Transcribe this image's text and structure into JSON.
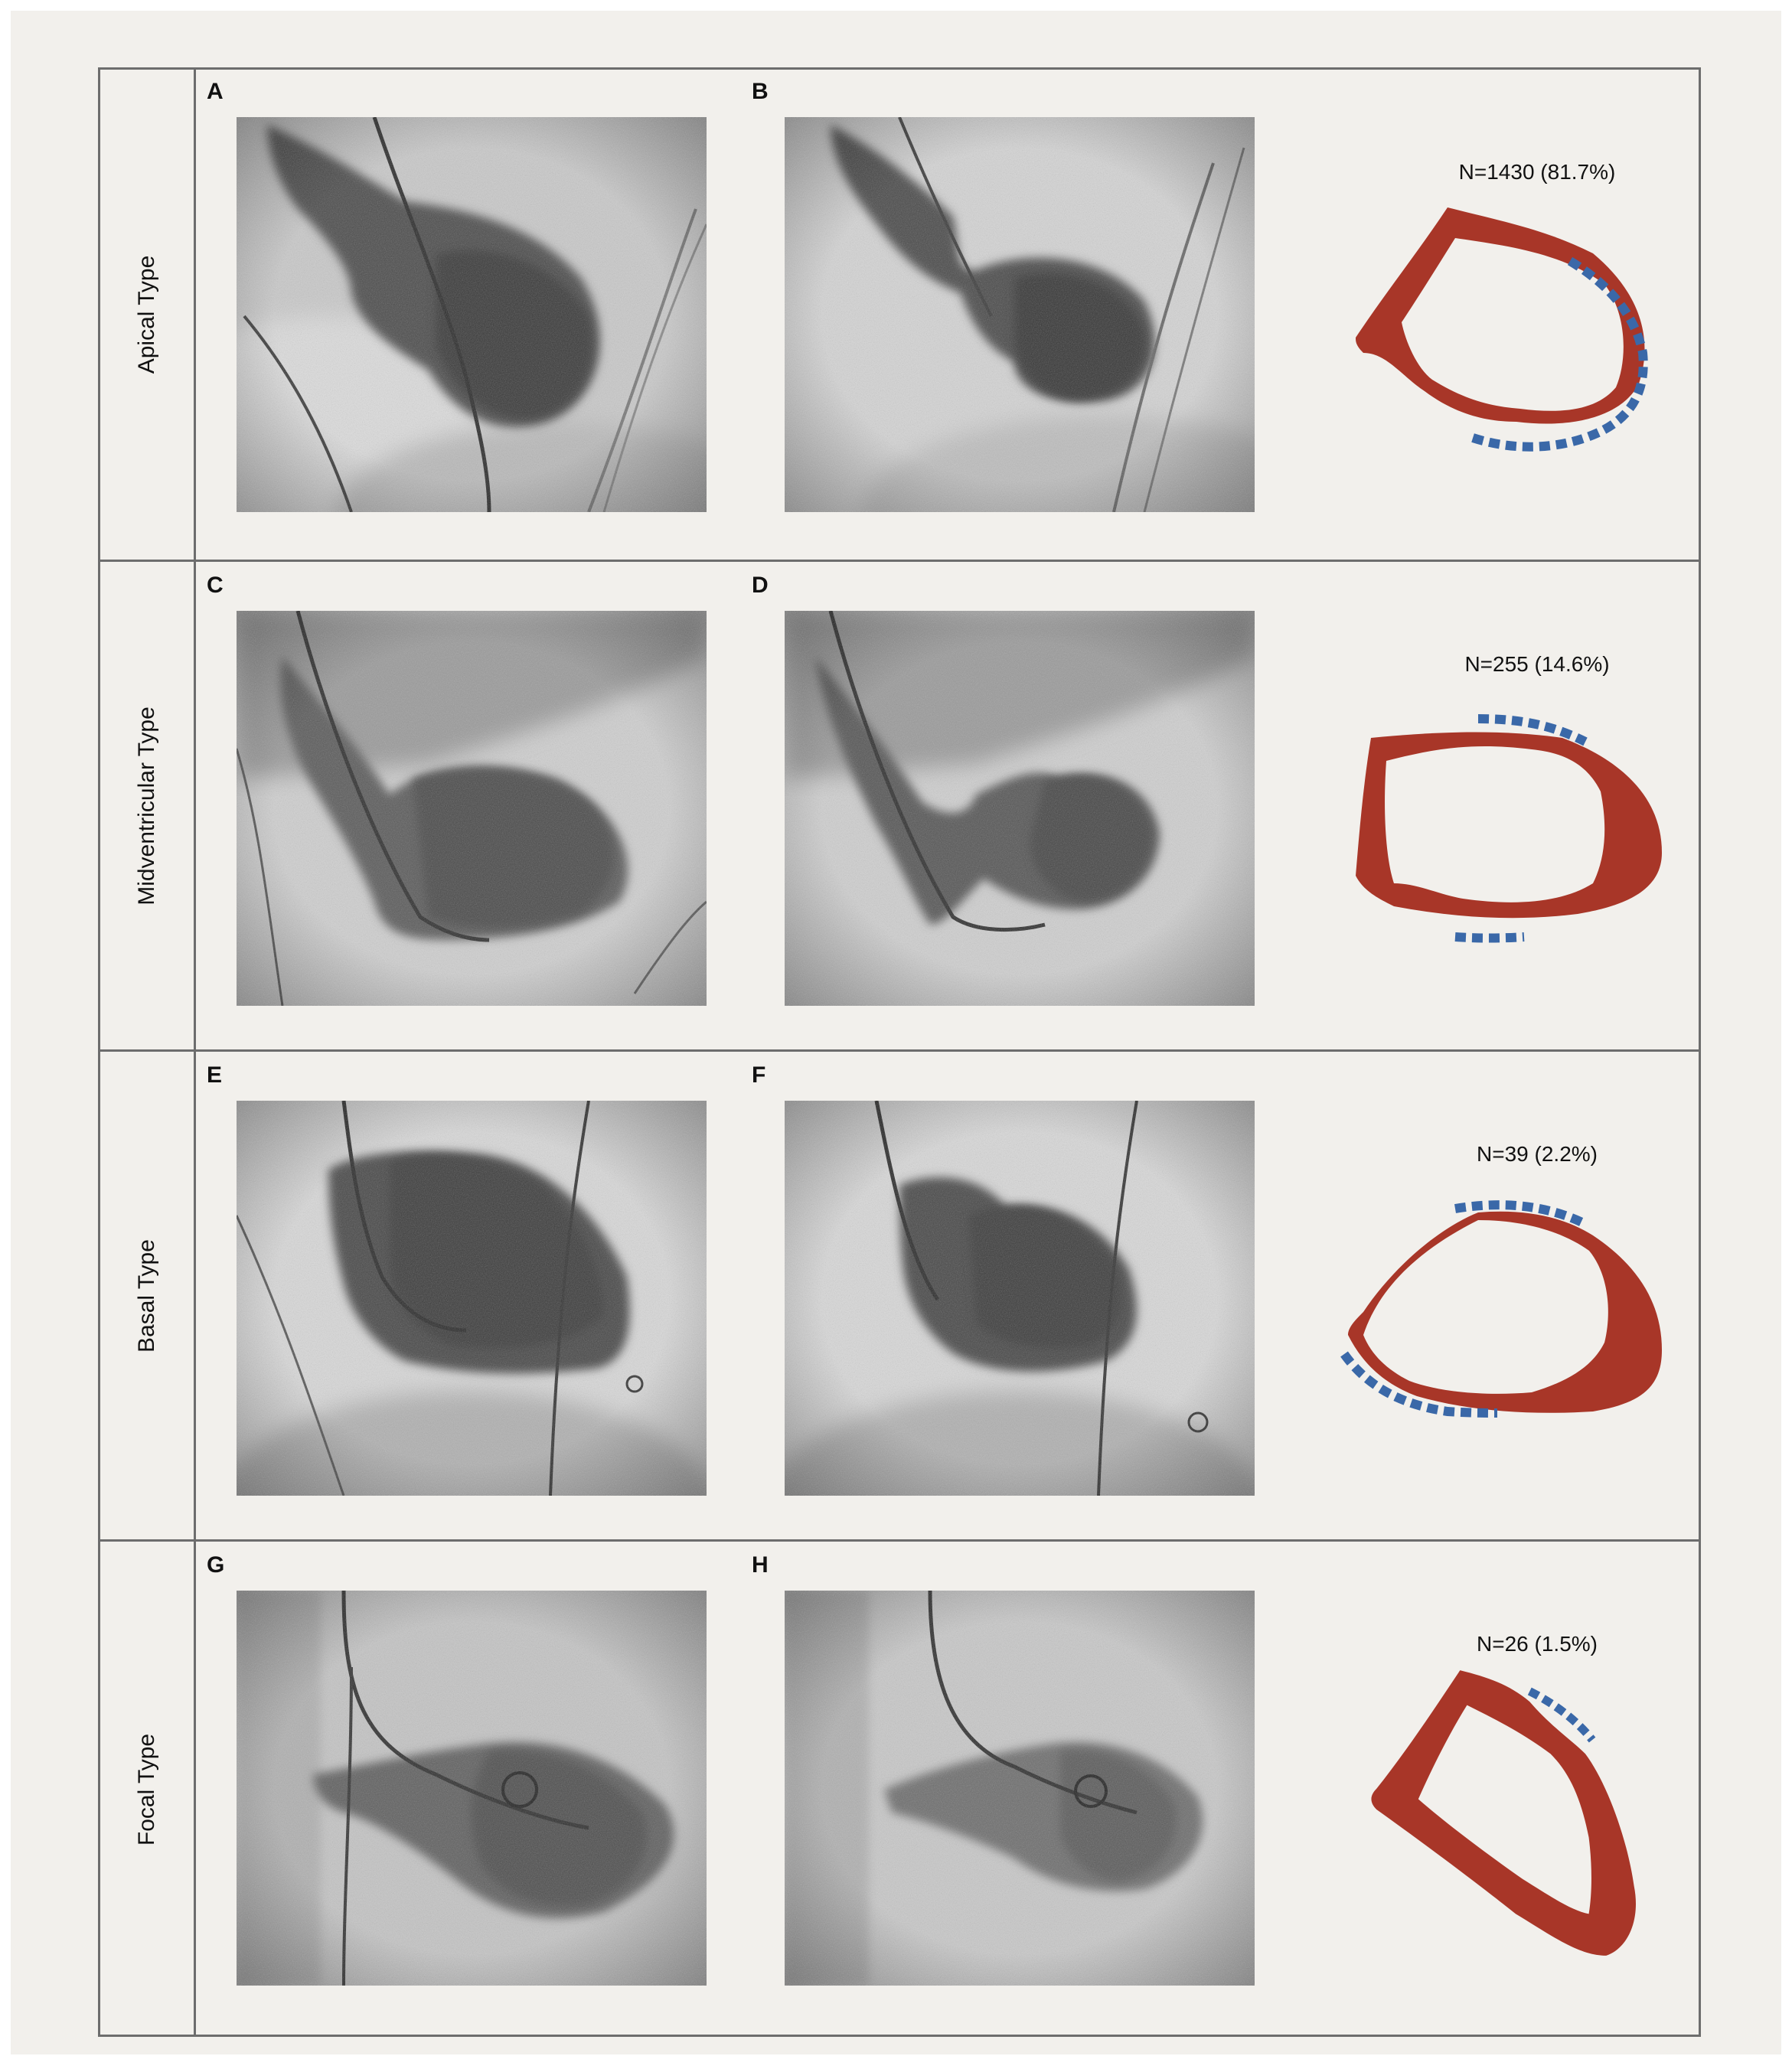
{
  "rows": [
    {
      "label": "Apical Type",
      "panels": [
        {
          "letter": "A",
          "image": "left-ventriculogram-diastole"
        },
        {
          "letter": "B",
          "image": "left-ventriculogram-systole"
        }
      ],
      "count": "N=1430 (81.7%)"
    },
    {
      "label": "Midventricular Type",
      "panels": [
        {
          "letter": "C",
          "image": "left-ventriculogram-diastole"
        },
        {
          "letter": "D",
          "image": "left-ventriculogram-systole"
        }
      ],
      "count": "N=255 (14.6%)"
    },
    {
      "label": "Basal Type",
      "panels": [
        {
          "letter": "E",
          "image": "left-ventriculogram-diastole"
        },
        {
          "letter": "F",
          "image": "left-ventriculogram-systole"
        }
      ],
      "count": "N=39 (2.2%)"
    },
    {
      "label": "Focal Type",
      "panels": [
        {
          "letter": "G",
          "image": "left-ventriculogram-diastole"
        },
        {
          "letter": "H",
          "image": "left-ventriculogram-systole"
        }
      ],
      "count": "N=26 (1.5%)"
    }
  ],
  "colors": {
    "myocardium": "#a83628",
    "akinesis_marker": "#3a68a8",
    "background": "#f2f0ec",
    "border": "#6d6d6d"
  }
}
